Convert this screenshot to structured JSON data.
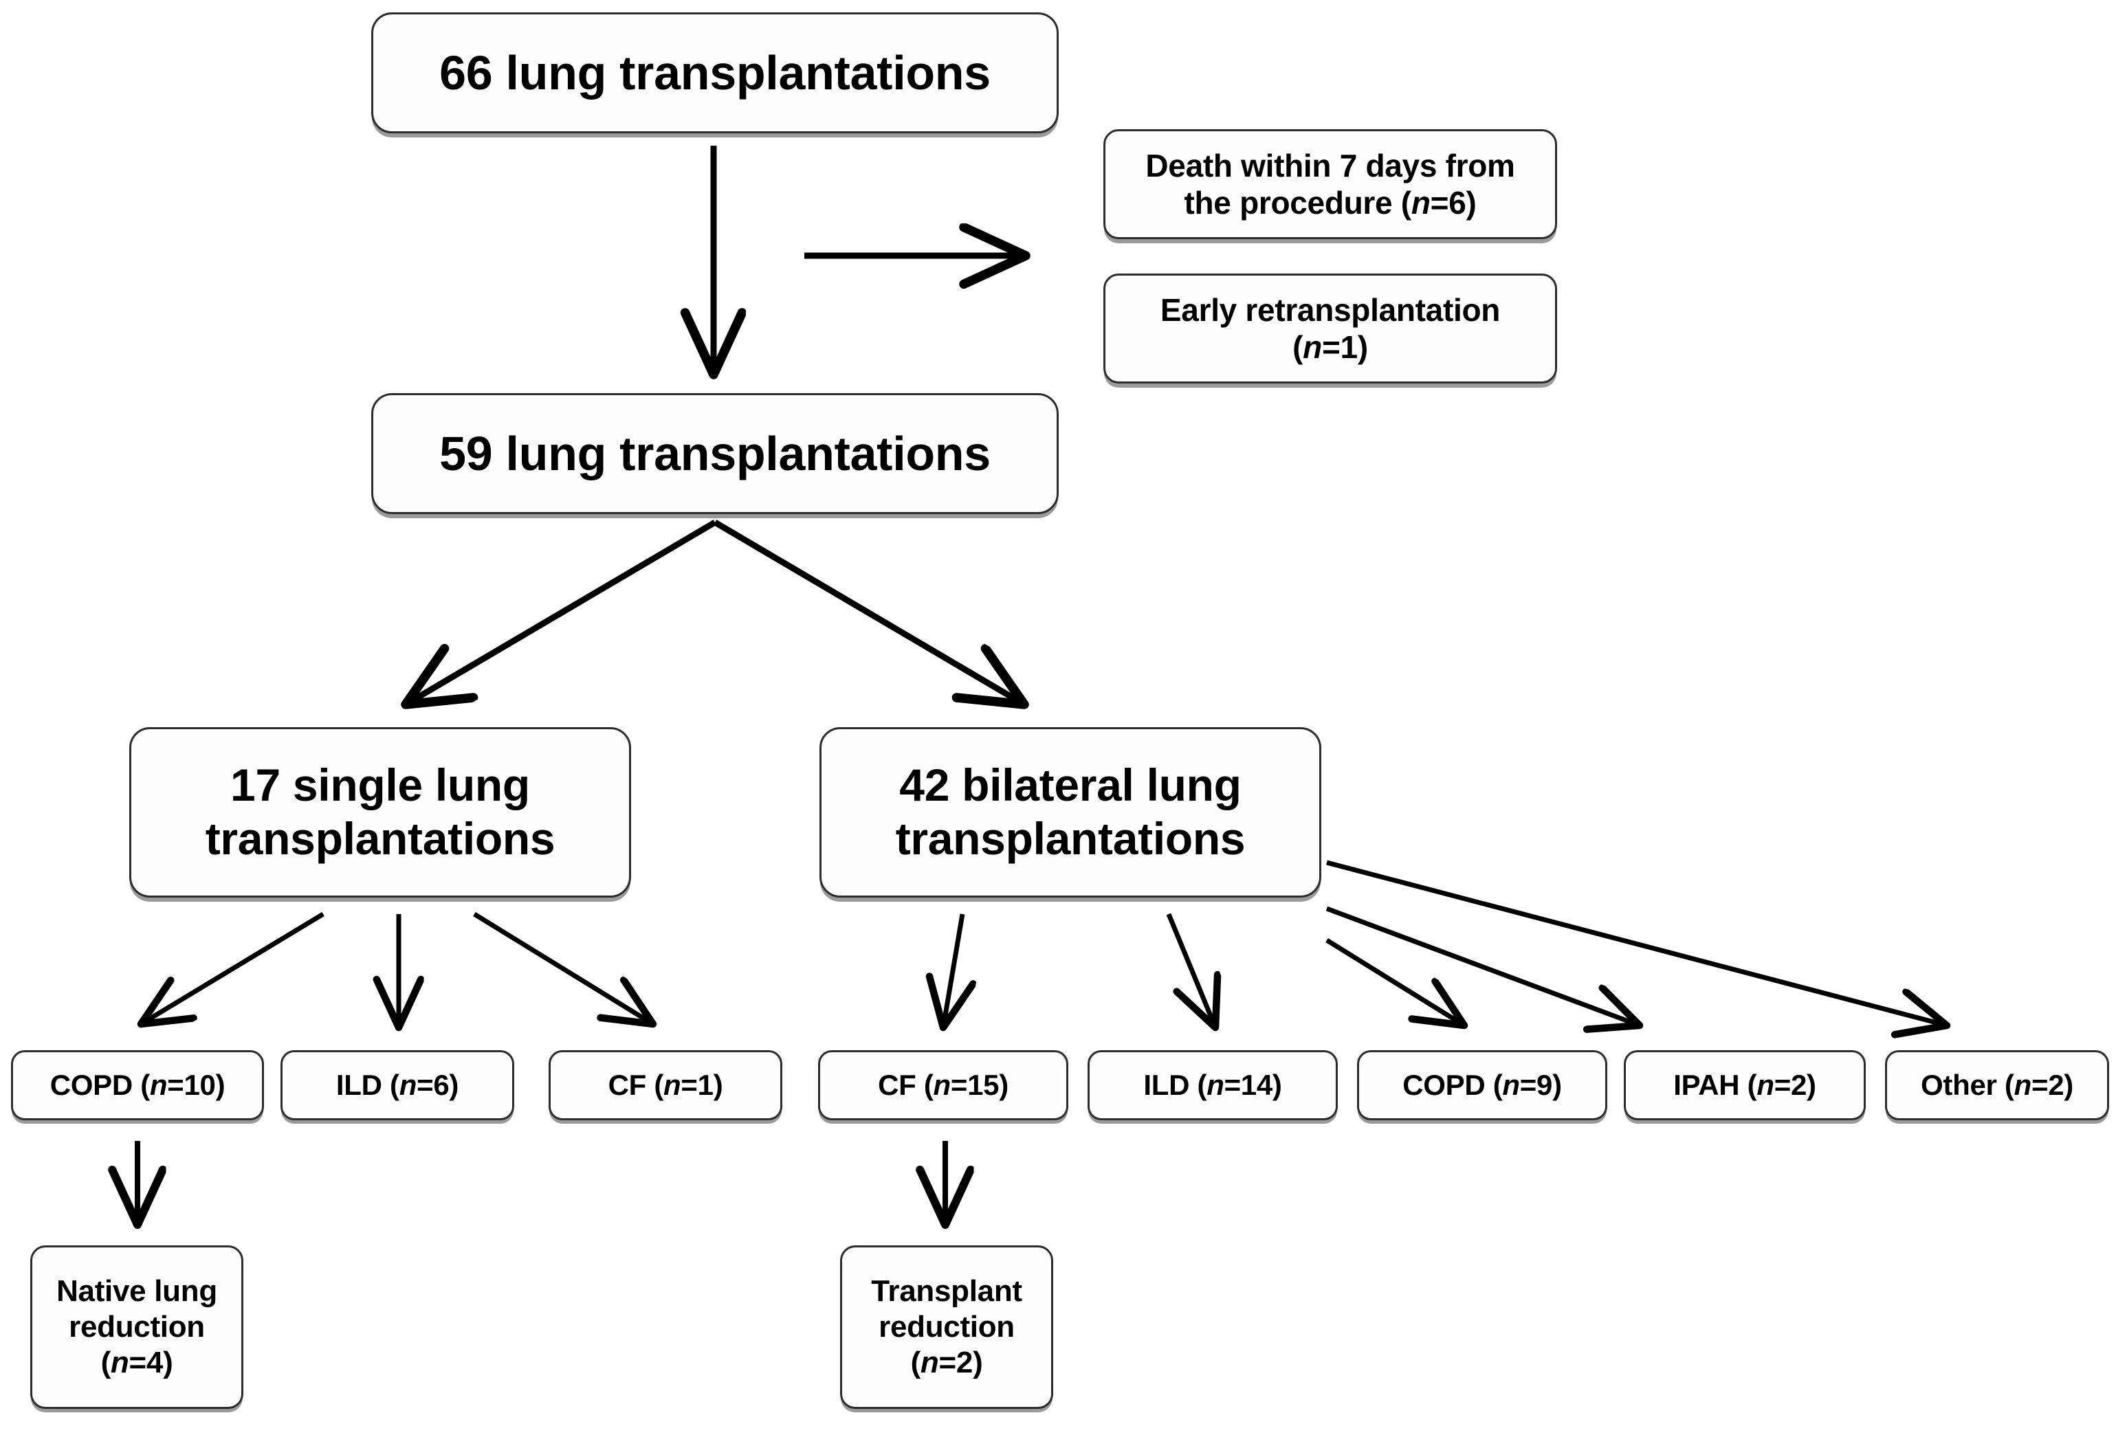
{
  "figure": {
    "type": "flowchart",
    "orientation": "top-down",
    "background_color": "#ffffff",
    "box_border_color": "#2c2c2c",
    "box_fill_color": "#fdfdfd",
    "box_shadow_color": "#9a9a9a",
    "arrow_color": "#000000"
  },
  "nodes": {
    "total": {
      "label": "66 lung transplantations",
      "count": 66
    },
    "excluded_death": {
      "line1": "Death within 7 days from",
      "line2_pre": "the procedure (",
      "line2_italic": "n",
      "line2_post": "=6)",
      "count": 6
    },
    "excluded_retransplant": {
      "line1": "Early retransplantation",
      "line2_pre": "(",
      "line2_italic": "n",
      "line2_post": "=1)",
      "count": 1
    },
    "included": {
      "label": "59 lung transplantations",
      "count": 59
    },
    "single": {
      "line1": "17 single lung",
      "line2": "transplantations",
      "count": 17
    },
    "bilateral": {
      "line1": "42 bilateral lung",
      "line2": "transplantations",
      "count": 42
    }
  },
  "diagnoses": [
    {
      "parent": "single",
      "name": "COPD",
      "pre": "COPD (",
      "italic": "n",
      "post": "=10)",
      "count": 10
    },
    {
      "parent": "single",
      "name": "ILD",
      "pre": "ILD (",
      "italic": "n",
      "post": "=6)",
      "count": 6
    },
    {
      "parent": "single",
      "name": "CF",
      "pre": "CF (",
      "italic": "n",
      "post": "=1)",
      "count": 1
    },
    {
      "parent": "bilateral",
      "name": "CF",
      "pre": "CF (",
      "italic": "n",
      "post": "=15)",
      "count": 15
    },
    {
      "parent": "bilateral",
      "name": "ILD",
      "pre": "ILD (",
      "italic": "n",
      "post": "=14)",
      "count": 14
    },
    {
      "parent": "bilateral",
      "name": "COPD",
      "pre": "COPD (",
      "italic": "n",
      "post": "=9)",
      "count": 9
    },
    {
      "parent": "bilateral",
      "name": "IPAH",
      "pre": "IPAH (",
      "italic": "n",
      "post": "=2)",
      "count": 2
    },
    {
      "parent": "bilateral",
      "name": "Other",
      "pre": "Other (",
      "italic": "n",
      "post": "=2)",
      "count": 2
    }
  ],
  "reductions": [
    {
      "parent_diagnosis": "COPD (n=10)",
      "line1": "Native lung",
      "line2": "reduction",
      "line3_pre": "(",
      "line3_italic": "n",
      "line3_post": "=4)",
      "count": 4
    },
    {
      "parent_diagnosis": "CF (n=15)",
      "line1": "Transplant",
      "line2": "reduction",
      "line3_pre": "(",
      "line3_italic": "n",
      "line3_post": "=2)",
      "count": 2
    }
  ],
  "edges": [
    {
      "from": "total",
      "to": "included",
      "style": "straight-down"
    },
    {
      "from": "total",
      "to": "excluded-group",
      "style": "horizontal-right"
    },
    {
      "from": "included",
      "to": "single",
      "style": "diagonal-left"
    },
    {
      "from": "included",
      "to": "bilateral",
      "style": "diagonal-right"
    },
    {
      "from": "single",
      "to": "dx-0",
      "style": "diagonal-left"
    },
    {
      "from": "single",
      "to": "dx-1",
      "style": "straight-down"
    },
    {
      "from": "single",
      "to": "dx-2",
      "style": "diagonal-right"
    },
    {
      "from": "bilateral",
      "to": "dx-3",
      "style": "straight-down"
    },
    {
      "from": "bilateral",
      "to": "dx-4",
      "style": "straight-down"
    },
    {
      "from": "bilateral",
      "to": "dx-5",
      "style": "diagonal-right"
    },
    {
      "from": "bilateral",
      "to": "dx-6",
      "style": "diagonal-right"
    },
    {
      "from": "bilateral",
      "to": "dx-7",
      "style": "diagonal-right"
    },
    {
      "from": "dx-0",
      "to": "red-0",
      "style": "straight-down"
    },
    {
      "from": "dx-3",
      "to": "red-1",
      "style": "straight-down"
    }
  ]
}
